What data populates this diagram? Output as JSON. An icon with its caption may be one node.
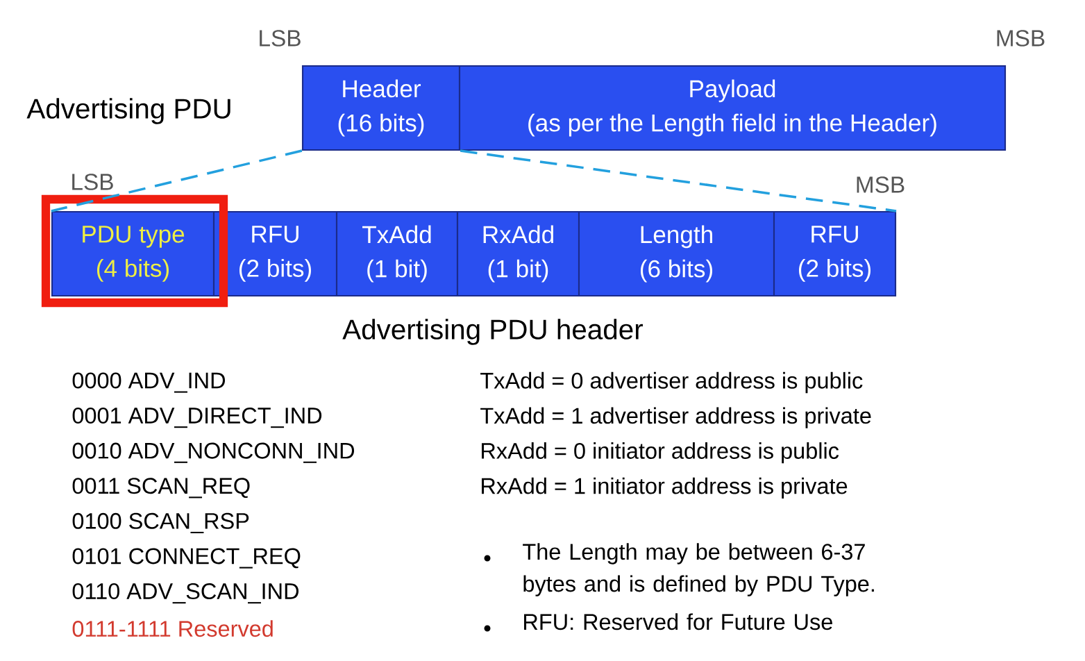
{
  "diagram": {
    "nodes": [
      {
        "text": [
          "Header",
          "(16 bits)"
        ]
      },
      {
        "text": [
          "Payload",
          "(as per the Length field in the Header)"
        ]
      },
      {
        "text": [
          "PDU type",
          "(4 bits)"
        ]
      },
      {
        "text": [
          "RFU",
          "(2 bits)"
        ]
      },
      {
        "text": [
          "TxAdd",
          "(1 bit)"
        ]
      },
      {
        "text": [
          "RxAdd",
          "(1 bit)"
        ]
      },
      {
        "text": [
          "Length",
          "(6 bits)"
        ]
      },
      {
        "text": [
          "RFU",
          "(2 bits)"
        ]
      }
    ],
    "edges": [
      {
        "from": 0,
        "to": 2,
        "arrow": "none",
        "style": "dashed"
      },
      {
        "from": 0,
        "to": 7,
        "arrow": "none",
        "style": "dashed"
      }
    ],
    "labels": [
      "LSB",
      "MSB",
      "Advertising PDU",
      "LSB",
      "MSB",
      "Advertising PDU header",
      "0000 ADV_IND",
      "0001 ADV_DIRECT_IND",
      "0010 ADV_NONCONN_IND",
      "0011 SCAN_REQ",
      "0100 SCAN_RSP",
      "0101 CONNECT_REQ",
      "0110 ADV_SCAN_IND",
      "0111-1111 Reserved",
      "TxAdd = 0 advertiser address is public",
      "TxAdd = 1 advertiser address is private",
      "RxAdd = 0 initiator address is public",
      "RxAdd = 1 initiator address is private",
      "The Length may be between 6-37 bytes and is defined by PDU Type.",
      "RFU: Reserved for Future Use"
    ]
  }
}
